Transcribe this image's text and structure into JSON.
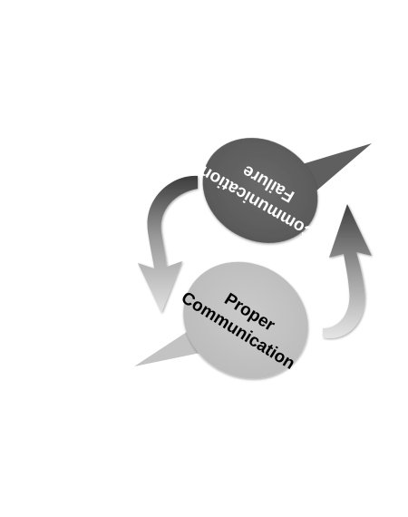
{
  "diagram": {
    "bubble_top": {
      "line1": "Communication",
      "line2": "Failure",
      "fill": "#5f5f5f",
      "text_color": "#ffffff"
    },
    "bubble_bottom": {
      "line1": "Proper",
      "line2": "Communication",
      "fill": "#c3c3c3",
      "text_color": "#000000"
    },
    "colors": {
      "arrow_light": "#d0d0d0",
      "arrow_dark": "#4a4a4a"
    }
  }
}
